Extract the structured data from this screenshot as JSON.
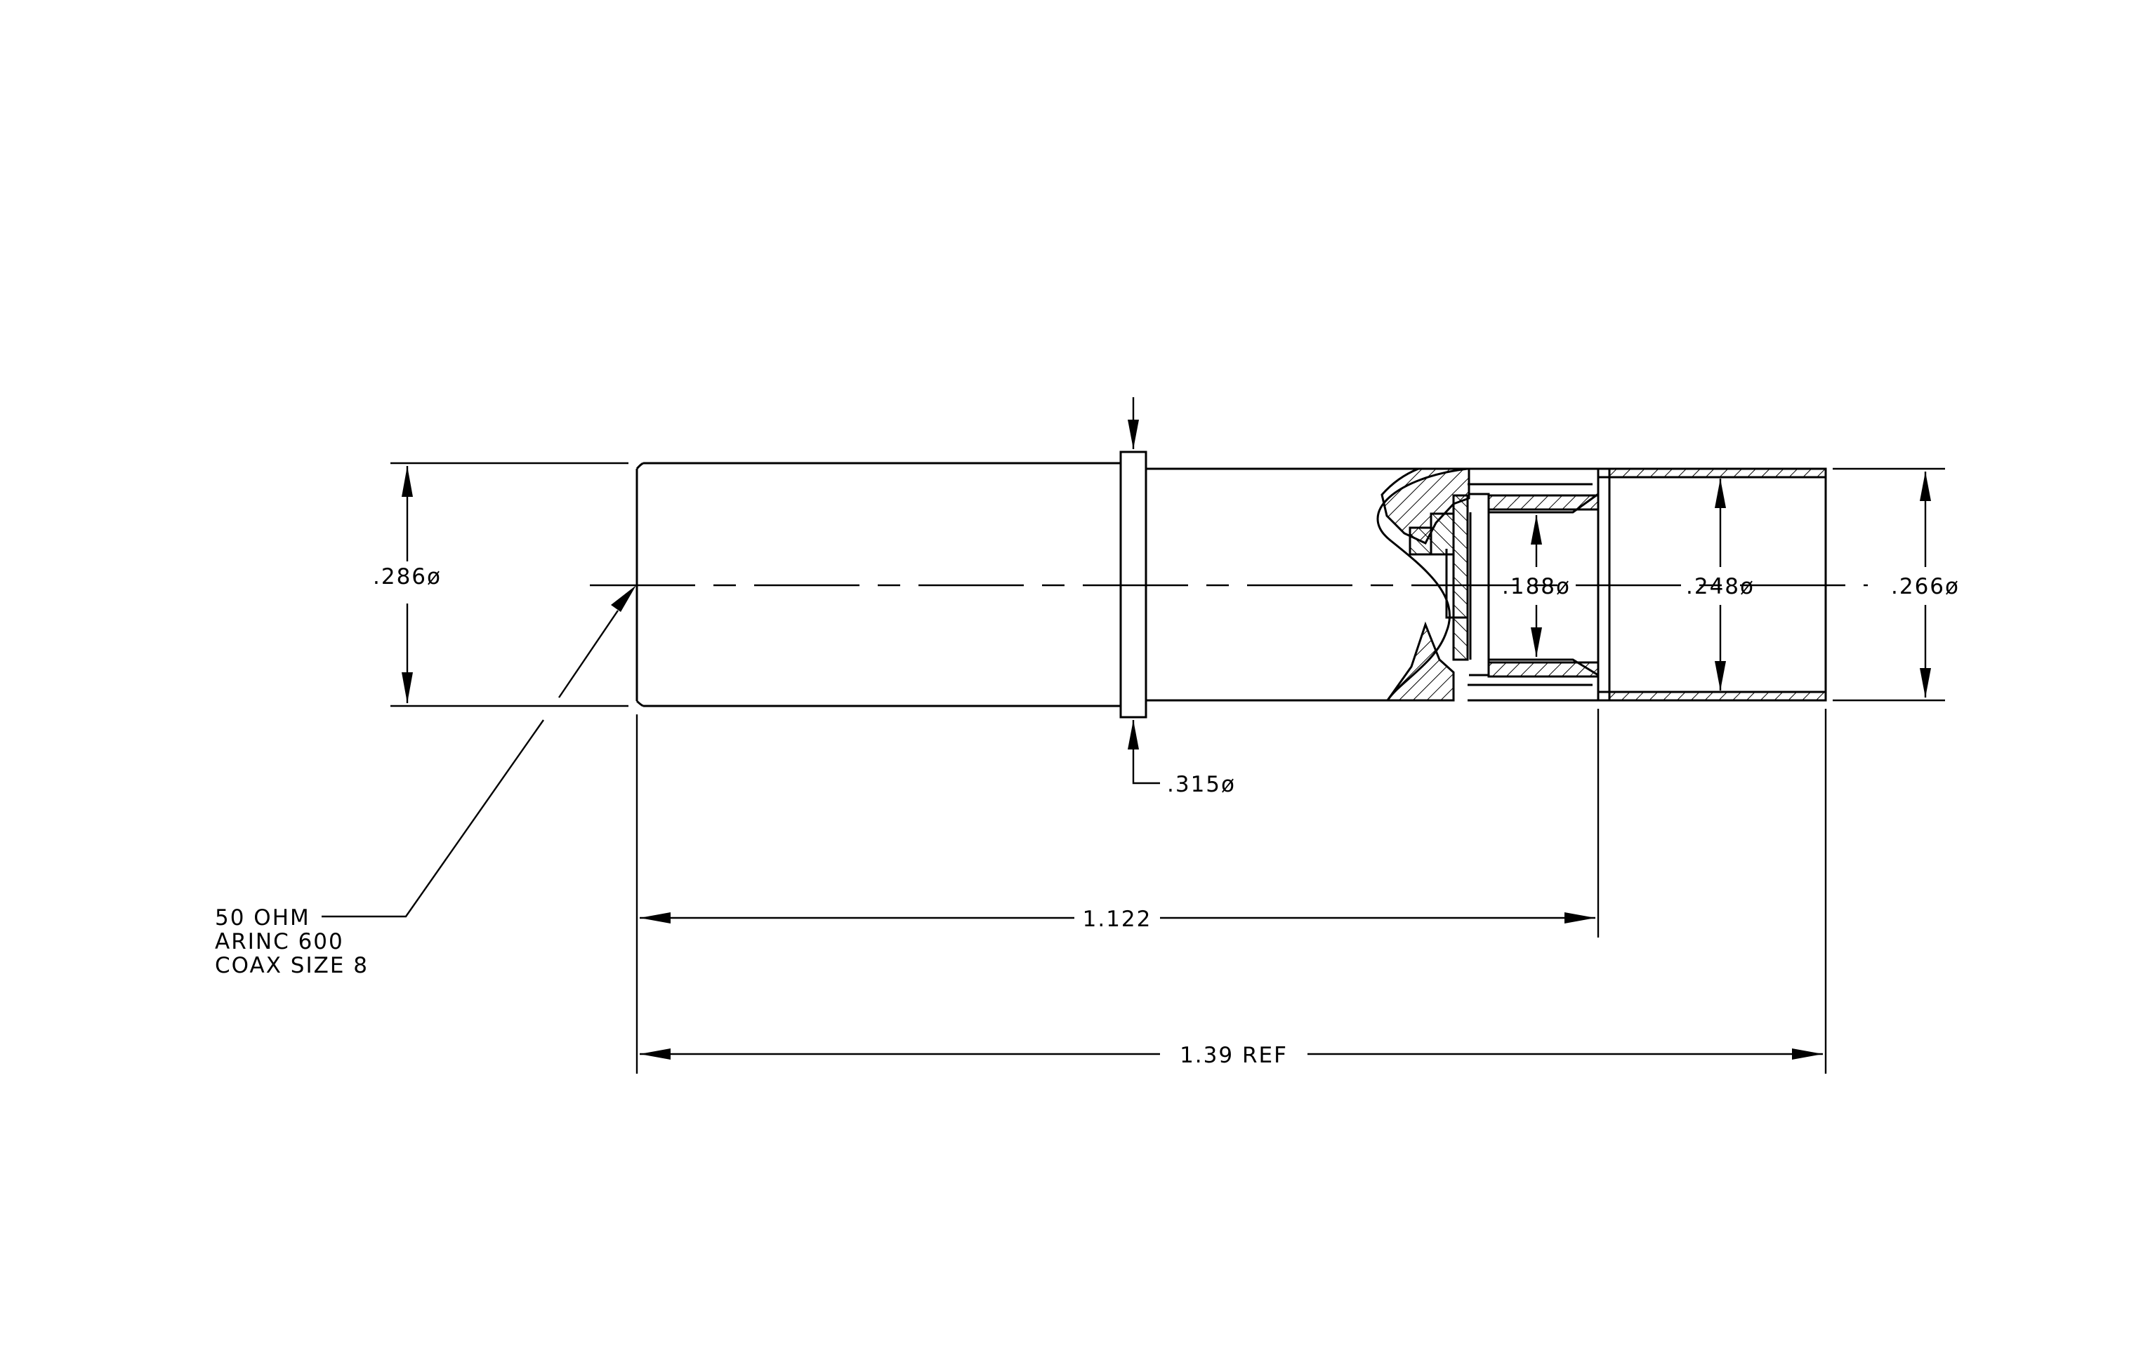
{
  "dimensions": {
    "body_diameter": ".286ø",
    "flange_diameter": ".315ø",
    "inner_bore_diameter": ".188ø",
    "sleeve_inner_diameter": ".248ø",
    "sleeve_outer_diameter": ".266ø",
    "length_to_shoulder": "1.122",
    "overall_length": "1.39 REF"
  },
  "callout": {
    "line1": "50 OHM",
    "line2": "ARINC 600",
    "line3": "COAX SIZE 8"
  }
}
